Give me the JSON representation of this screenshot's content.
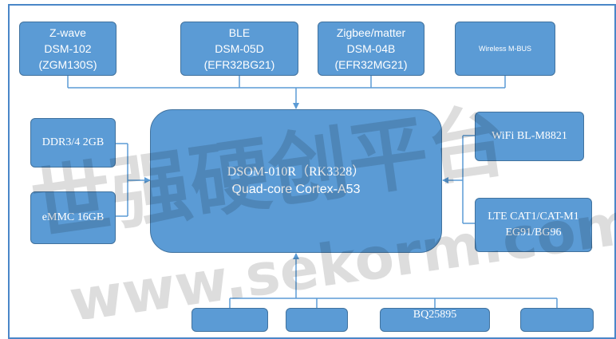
{
  "top_modules": [
    {
      "lines": [
        "Z-wave",
        "DSM-102",
        "(ZGM130S)"
      ]
    },
    {
      "lines": [
        "BLE",
        "DSM-05D",
        "(EFR32BG21)"
      ]
    },
    {
      "lines": [
        "Zigbee/matter",
        "DSM-04B",
        "(EFR32MG21)"
      ]
    },
    {
      "lines": [
        "Wireless M-BUS"
      ]
    }
  ],
  "left_modules": [
    {
      "label": "DDR3/4 2GB"
    },
    {
      "label": "eMMC 16GB"
    }
  ],
  "cpu": {
    "line1": "DSOM-010R（RK3328）",
    "line2": "Quad-core Cortex-A53"
  },
  "right_modules": [
    {
      "lines": [
        "WiFi BL-M8821"
      ]
    },
    {
      "lines": [
        "LTE CAT1/CAT-M1",
        "EG91/BG96"
      ]
    }
  ],
  "bottom_modules": [
    {
      "lines": [
        ""
      ]
    },
    {
      "lines": [
        ""
      ]
    },
    {
      "lines": [
        "BQ25895"
      ]
    },
    {
      "lines": [
        ""
      ]
    }
  ],
  "watermark": {
    "line1": "世强硬创平台",
    "line2": "www.sekorm.com"
  },
  "colors": {
    "box_fill": "#5b9bd5",
    "box_border": "#41729e",
    "connector": "#5b9bd5",
    "frame": "#4a86c8"
  }
}
